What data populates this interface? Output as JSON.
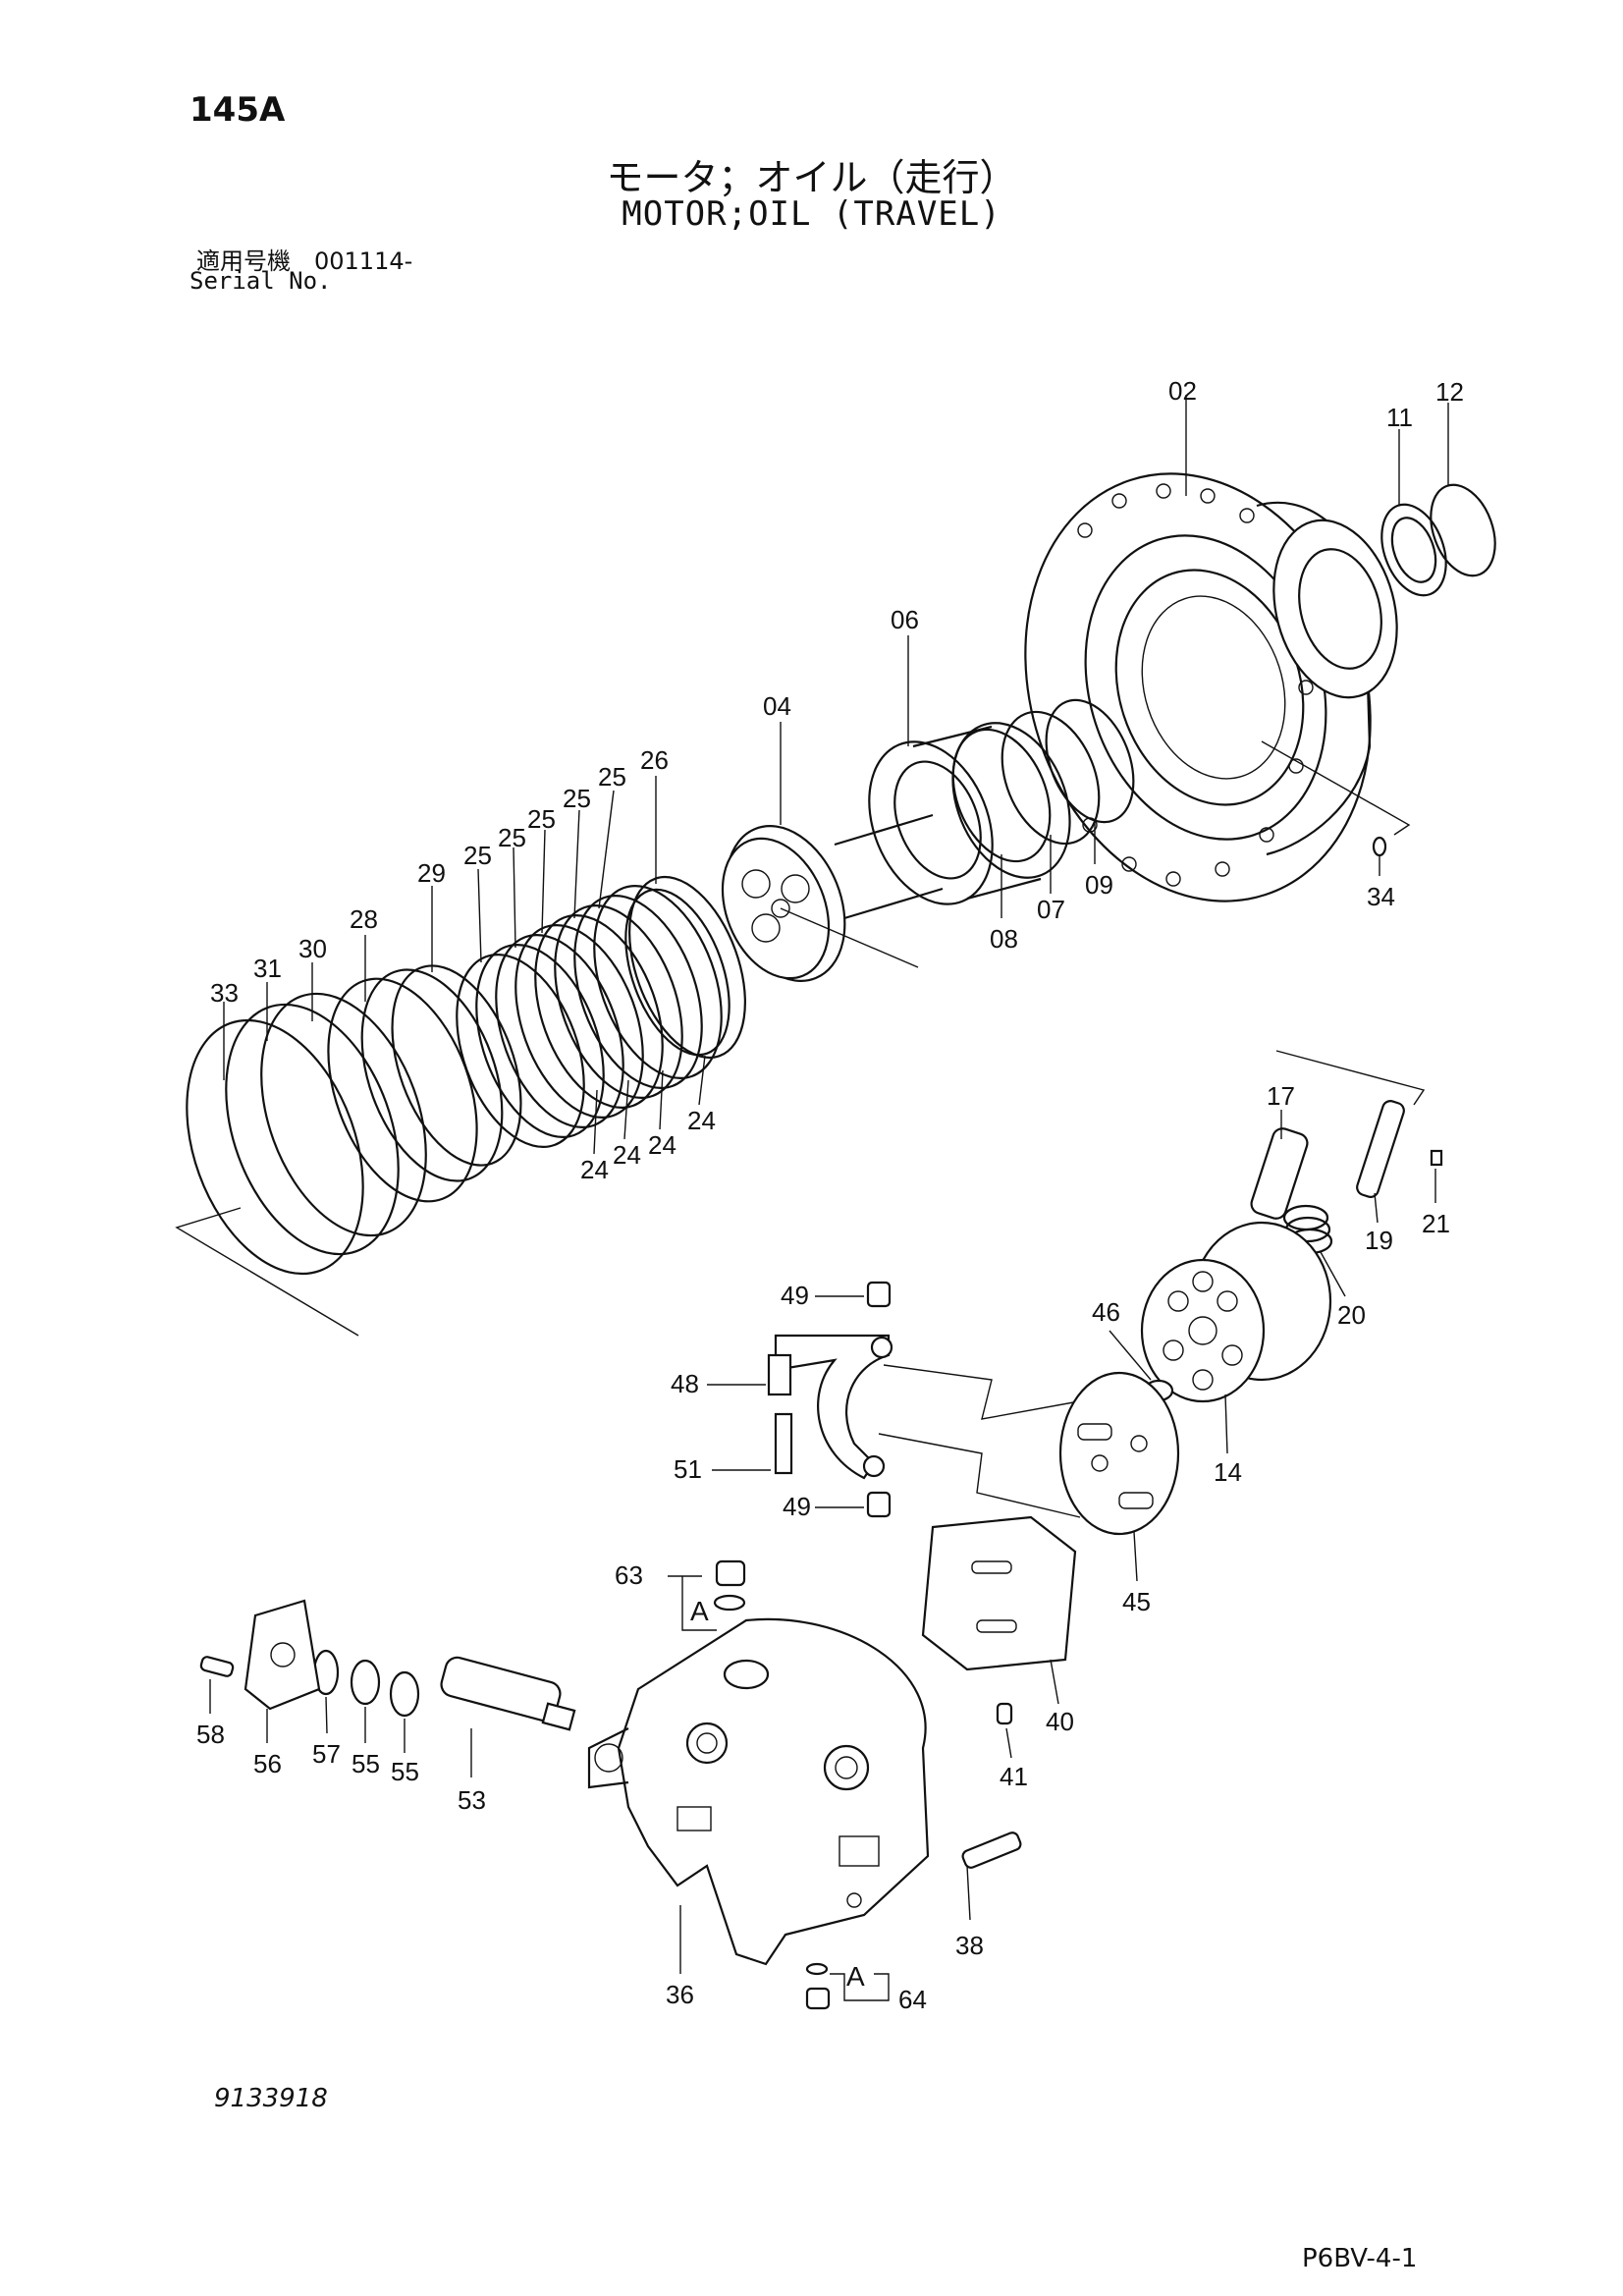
{
  "header": {
    "page_number": "145A",
    "title_jp": "モータ；オイル（走行）",
    "title_en": "MOTOR;OIL (TRAVEL)",
    "serial_label_jp": "適用号機　001114-",
    "serial_label_en": "Serial No."
  },
  "footer": {
    "drawing_number": "9133918",
    "sheet_code": "P6BV-4-1"
  },
  "diagram": {
    "part_labels": [
      "02",
      "11",
      "12",
      "06",
      "04",
      "26",
      "25",
      "25",
      "25",
      "25",
      "25",
      "29",
      "28",
      "30",
      "31",
      "33",
      "07",
      "08",
      "09",
      "34",
      "24",
      "24",
      "24",
      "24",
      "17",
      "19",
      "21",
      "20",
      "14",
      "46",
      "49",
      "48",
      "51",
      "49",
      "45",
      "40",
      "41",
      "63",
      "58",
      "56",
      "57",
      "55",
      "55",
      "53",
      "36",
      "38",
      "64"
    ],
    "group_marks": [
      "A",
      "A"
    ]
  }
}
